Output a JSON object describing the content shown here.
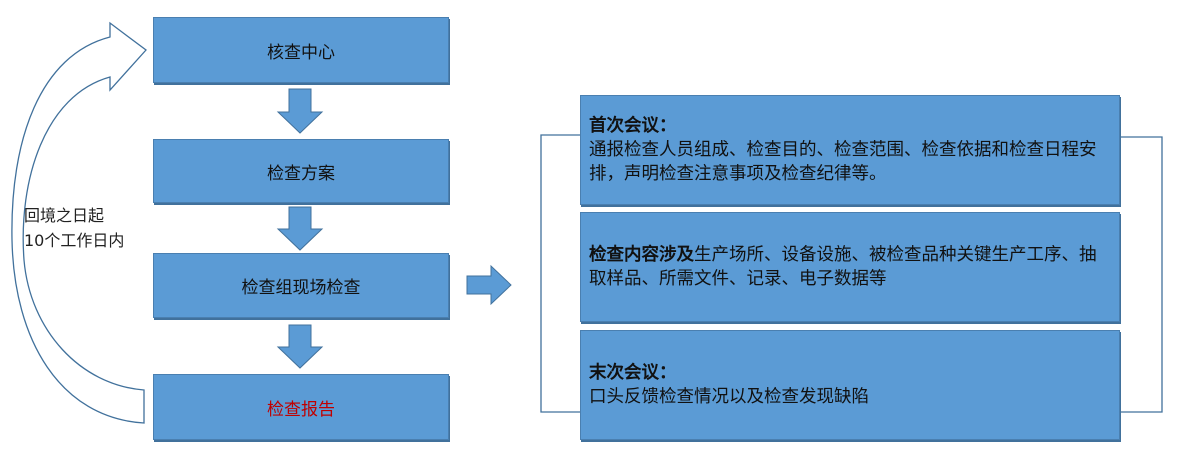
{
  "flow": {
    "steps": [
      {
        "label": "核查中心"
      },
      {
        "label": "检查方案"
      },
      {
        "label": "检查组现场检查"
      },
      {
        "label": "检查报告",
        "highlight": true
      }
    ],
    "loop_note": {
      "line1": "回境之日起",
      "line2": "10个工作日内"
    }
  },
  "details": [
    {
      "title": "首次会议：",
      "body": "通报检查人员组成、检查目的、检查范围、检查依据和检查日程安排，声明检查注意事项及检查纪律等。"
    },
    {
      "title": "检查内容涉及",
      "body": "生产场所、设备设施、被检查品种关键生产工序、抽取样品、所需文件、记录、电子数据等"
    },
    {
      "title": "末次会议：",
      "body": "口头反馈检查情况以及检查发现缺陷"
    }
  ],
  "colors": {
    "box_fill": "#5b9bd5",
    "box_border": "#41719c",
    "highlight_text": "#c00000",
    "line": "#41719c"
  }
}
